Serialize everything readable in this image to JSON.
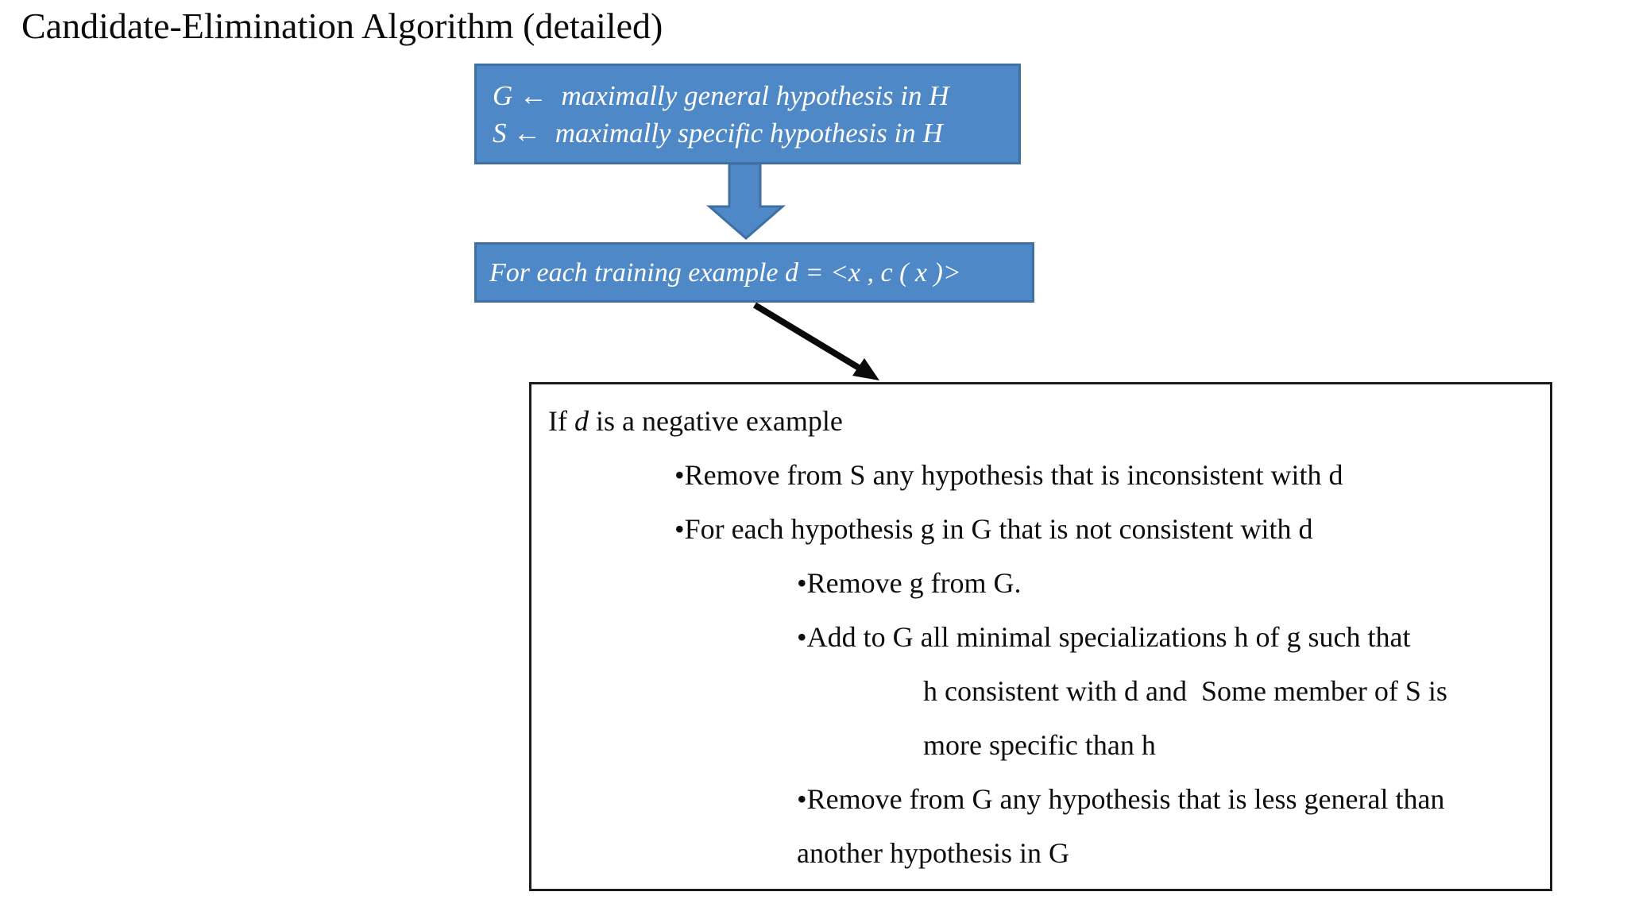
{
  "title": "Candidate-Elimination Algorithm (detailed)",
  "colors": {
    "flow_box_fill": "#4f88c7",
    "flow_box_border": "#3e6fa5",
    "flow_text": "#ffffff",
    "body_text": "#0e0e0e",
    "connector_black": "#0a0a0a"
  },
  "icons": {
    "down_block_arrow": "blue block arrow pointing down",
    "diagonal_connector_arrow": "black line arrow pointing down-right"
  },
  "init_box": {
    "lines": [
      "G ←  maximally general hypothesis in H",
      "S ←  maximally specific hypothesis in H"
    ]
  },
  "loop_box": {
    "text": "For each training example d = <x , c ( x )>"
  },
  "negative_box": {
    "intro": {
      "prefix": "If ",
      "emphasis": "d",
      "suffix": " is a negative example"
    },
    "lines": [
      "•Remove from S any hypothesis that is inconsistent with d",
      "•For each hypothesis g in G that is not consistent with d",
      "•Remove g from G.",
      "•Add to G all minimal specializations h of g such that",
      "h consistent with d and  Some member of S is",
      "more specific than h",
      "•Remove from G any hypothesis that is less general than",
      "another hypothesis in G"
    ]
  }
}
